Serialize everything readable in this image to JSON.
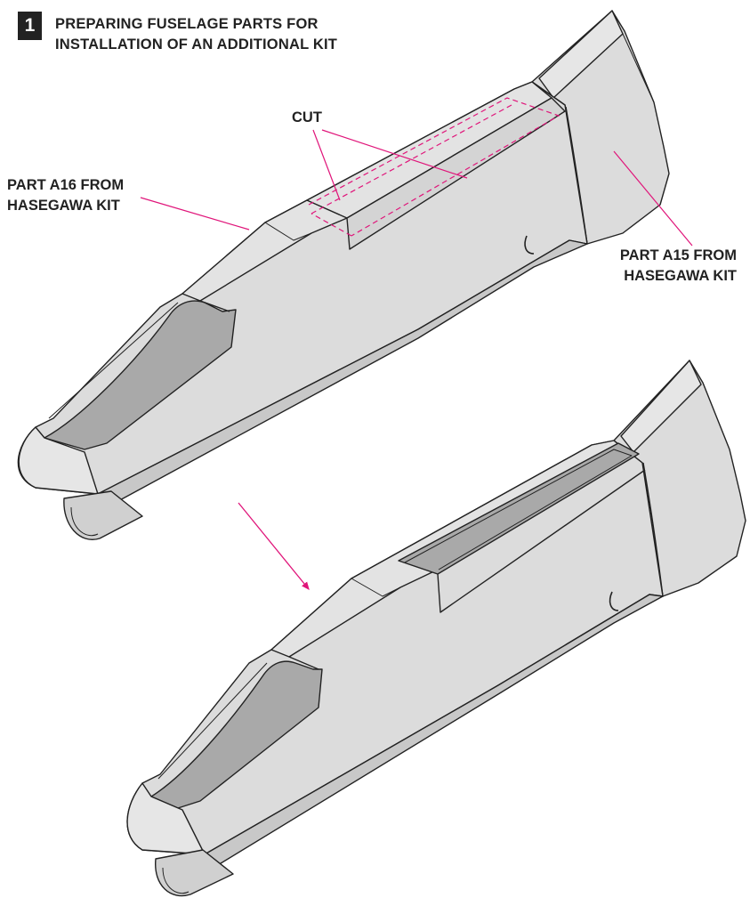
{
  "step": {
    "number": "1",
    "title_line1": "PREPARING FUSELAGE PARTS FOR",
    "title_line2": "INSTALLATION OF AN ADDITIONAL KIT"
  },
  "labels": {
    "cut": "CUT",
    "part_a16_line1": "PART A16 FROM",
    "part_a16_line2": "HASEGAWA KIT",
    "part_a15_line1": "PART A15 FROM",
    "part_a15_line2": "HASEGAWA KIT"
  },
  "colors": {
    "part_fill": "#dcdcdc",
    "part_shade": "#c8c8c8",
    "cockpit": "#a9a9a9",
    "outline": "#222222",
    "leader": "#e0157a"
  },
  "icons": {
    "transition_arrow": "arrow-down-right-icon"
  }
}
